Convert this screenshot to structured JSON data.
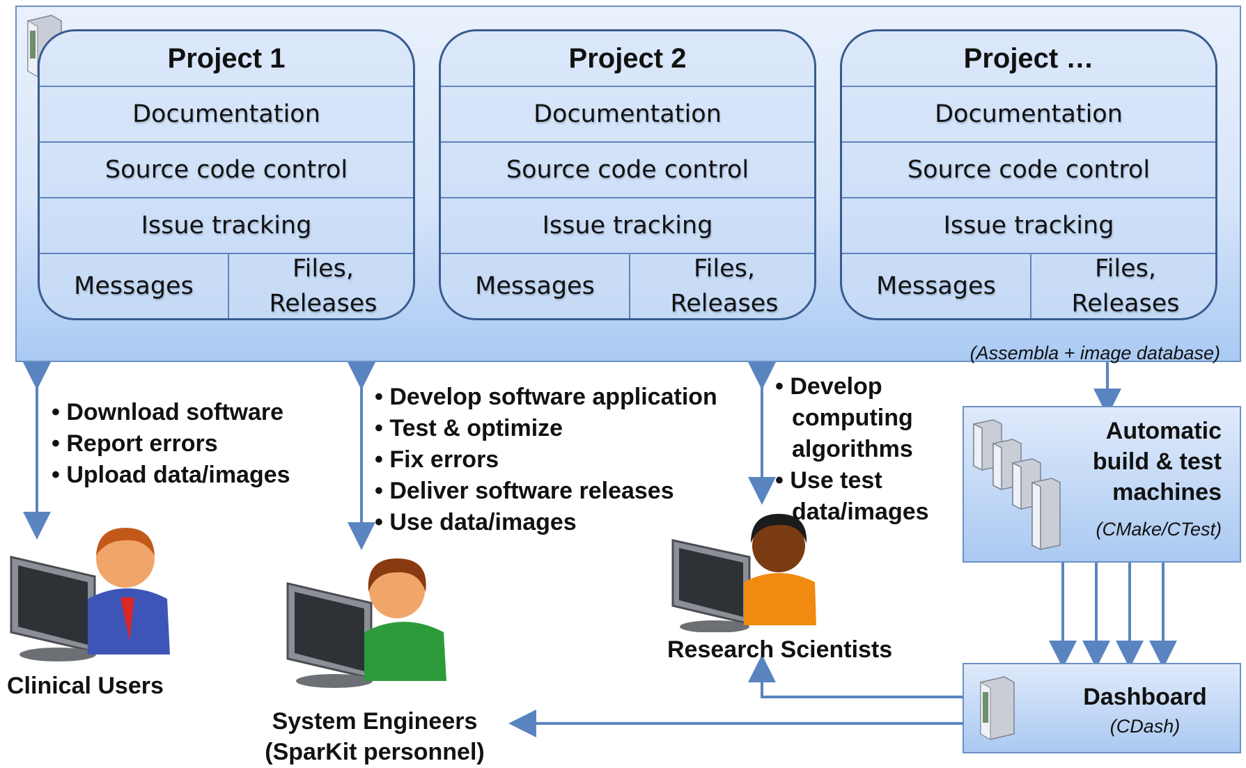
{
  "repository": {
    "note": "(Assembla + image database)",
    "projects": [
      {
        "title": "Project 1",
        "rows": [
          "Documentation",
          "Source code control",
          "Issue tracking"
        ],
        "cell_left": "Messages",
        "cell_right_line1": "Files,",
        "cell_right_line2": "Releases"
      },
      {
        "title": "Project 2",
        "rows": [
          "Documentation",
          "Source code control",
          "Issue tracking"
        ],
        "cell_left": "Messages",
        "cell_right_line1": "Files,",
        "cell_right_line2": "Releases"
      },
      {
        "title": "Project …",
        "rows": [
          "Documentation",
          "Source code control",
          "Issue tracking"
        ],
        "cell_left": "Messages",
        "cell_right_line1": "Files,",
        "cell_right_line2": "Releases"
      }
    ]
  },
  "clinical": {
    "bullets": [
      "Download software",
      "Report errors",
      "Upload data/images"
    ],
    "label": "Clinical Users"
  },
  "engineers": {
    "bullets": [
      "Develop software application",
      "Test & optimize",
      "Fix  errors",
      "Deliver software releases",
      "Use data/images"
    ],
    "label_line1": "System Engineers",
    "label_line2": "(SparKit personnel)"
  },
  "scientists": {
    "bullets": [
      {
        "line1": "Develop",
        "line2": "computing",
        "line3": "algorithms"
      },
      {
        "line1": "Use test",
        "line2": "data/images"
      }
    ],
    "label": "Research Scientists"
  },
  "build": {
    "title_line1": "Automatic",
    "title_line2": "build & test",
    "title_line3": "machines",
    "subtitle": "(CMake/CTest)"
  },
  "dashboard": {
    "title": "Dashboard",
    "subtitle": "(CDash)"
  },
  "colors": {
    "arrow": "#5a84c0",
    "box_border": "#385b8f",
    "band_fill": "#d7e5fa"
  }
}
